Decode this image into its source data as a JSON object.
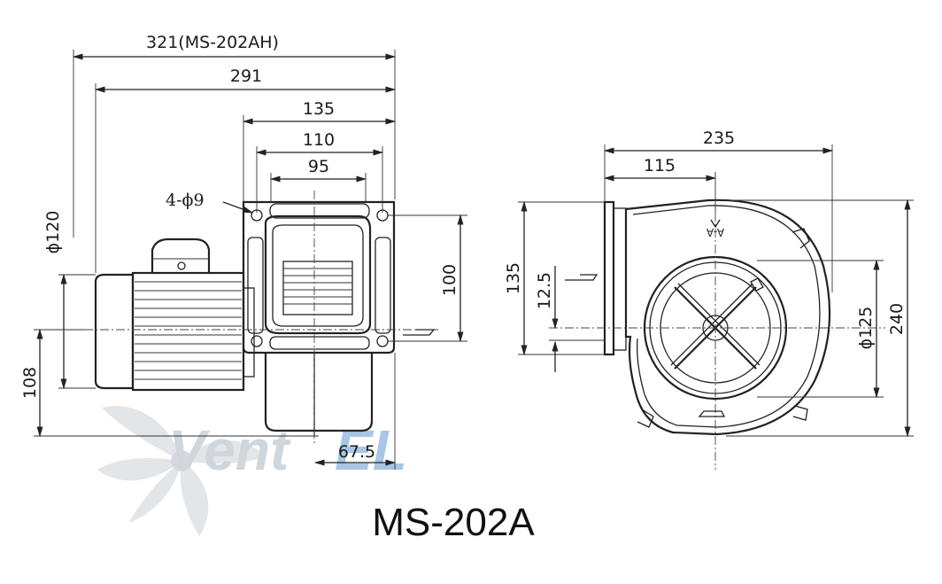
{
  "title": "MS-202A",
  "watermark": {
    "text_main": "Vent",
    "text_accent": "EL"
  },
  "front_view": {
    "dim_overall_length": "321(MS-202AH)",
    "dim_length": "291",
    "dim_flange_width": "135",
    "dim_hole_pitch": "110",
    "dim_outlet_width": "95",
    "dim_hole_spec": "4-ϕ9",
    "dim_motor_diameter": "ϕ120",
    "dim_vertical_hole_pitch": "100",
    "dim_shaft_height": "108",
    "dim_outlet_offset": "67.5"
  },
  "side_view": {
    "dim_total_width": "235",
    "dim_outlet_to_center": "115",
    "dim_outlet_height": "135",
    "dim_offset": "12.5",
    "dim_inlet_diameter": "ϕ125",
    "dim_total_height": "240",
    "section_mark": "A-A"
  },
  "colors": {
    "line": "#222222",
    "watermark_gray": "#cfd6dc",
    "watermark_blue": "#a8c6e6"
  }
}
